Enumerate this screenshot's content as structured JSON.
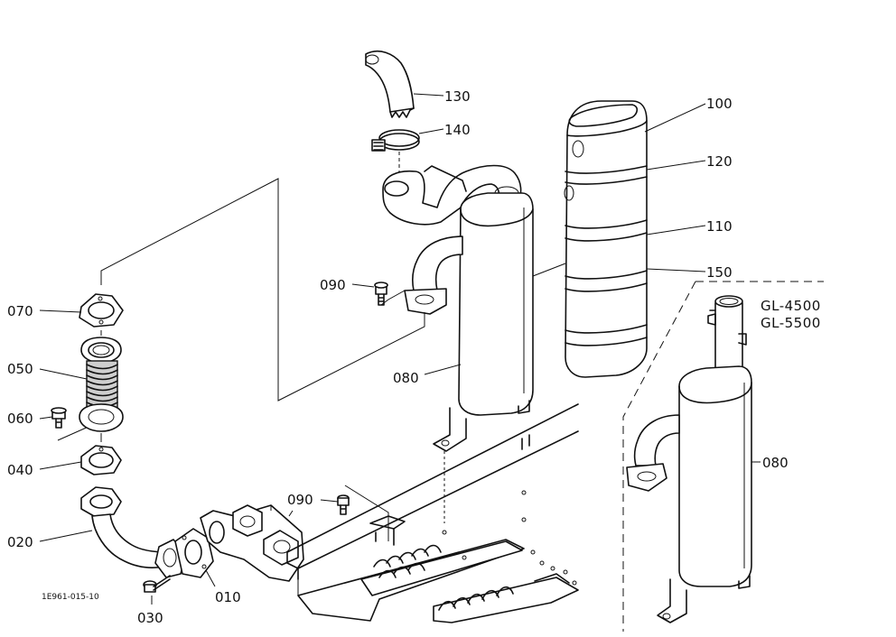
{
  "diagram": {
    "part_labels": {
      "p130": "130",
      "p140": "140",
      "p100": "100",
      "p120": "120",
      "p110": "110",
      "p150": "150",
      "p090_upper": "090",
      "p080_main": "080",
      "p070": "070",
      "p050": "050",
      "p060": "060",
      "p040": "040",
      "p090_lower": "090",
      "p020": "020",
      "p010": "010",
      "p030": "030",
      "p080_variant": "080"
    },
    "model_labels": [
      "GL-4500",
      "GL-5500"
    ],
    "drawing_code": "1E961-015-10"
  }
}
